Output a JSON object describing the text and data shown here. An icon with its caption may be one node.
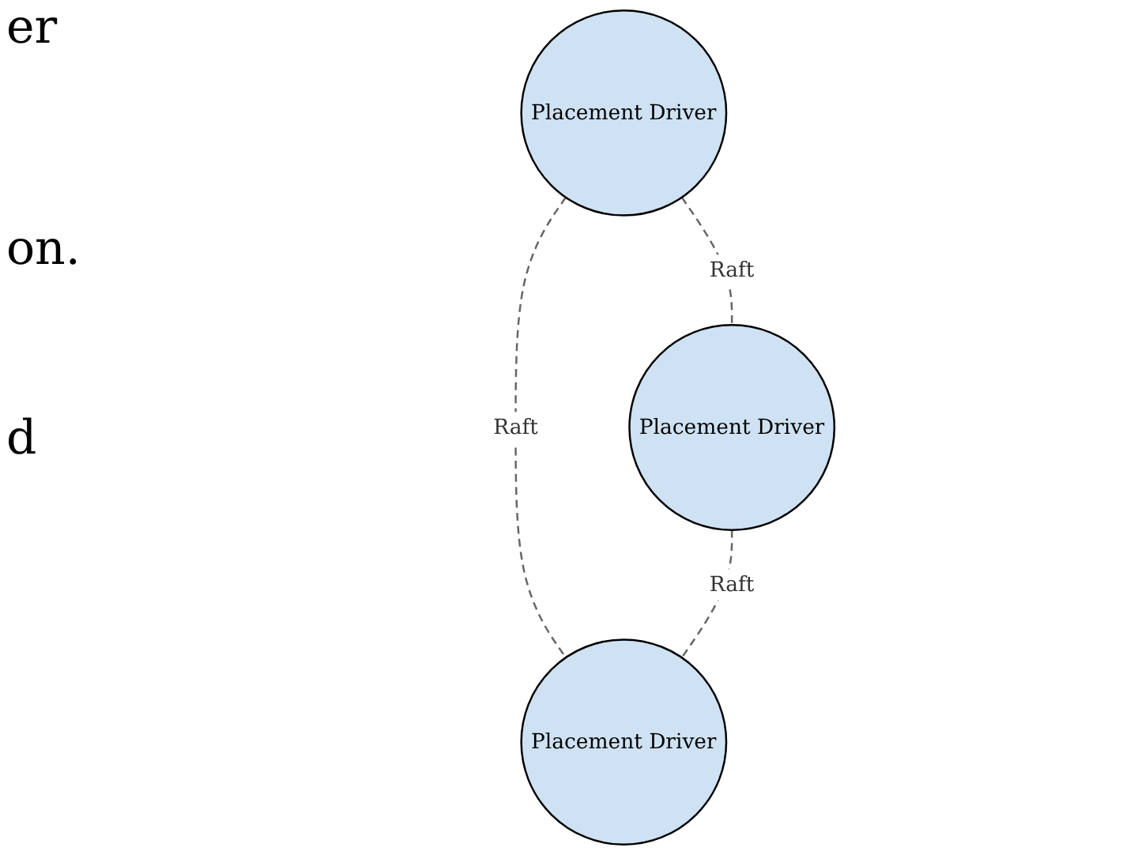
{
  "diagram": {
    "nodes": [
      {
        "text": [
          "Placement Driver"
        ]
      },
      {
        "text": [
          "Placement Driver"
        ]
      },
      {
        "text": [
          "Placement Driver"
        ]
      }
    ],
    "edges": [
      {
        "from": 0,
        "to": 1,
        "arrow": "none",
        "label": "Raft",
        "style": "dashed"
      },
      {
        "from": 0,
        "to": 2,
        "arrow": "none",
        "label": "Raft",
        "style": "dashed"
      },
      {
        "from": 1,
        "to": 2,
        "arrow": "none",
        "label": "Raft",
        "style": "dashed"
      }
    ],
    "labels": [
      "er",
      "on.",
      "d"
    ]
  }
}
